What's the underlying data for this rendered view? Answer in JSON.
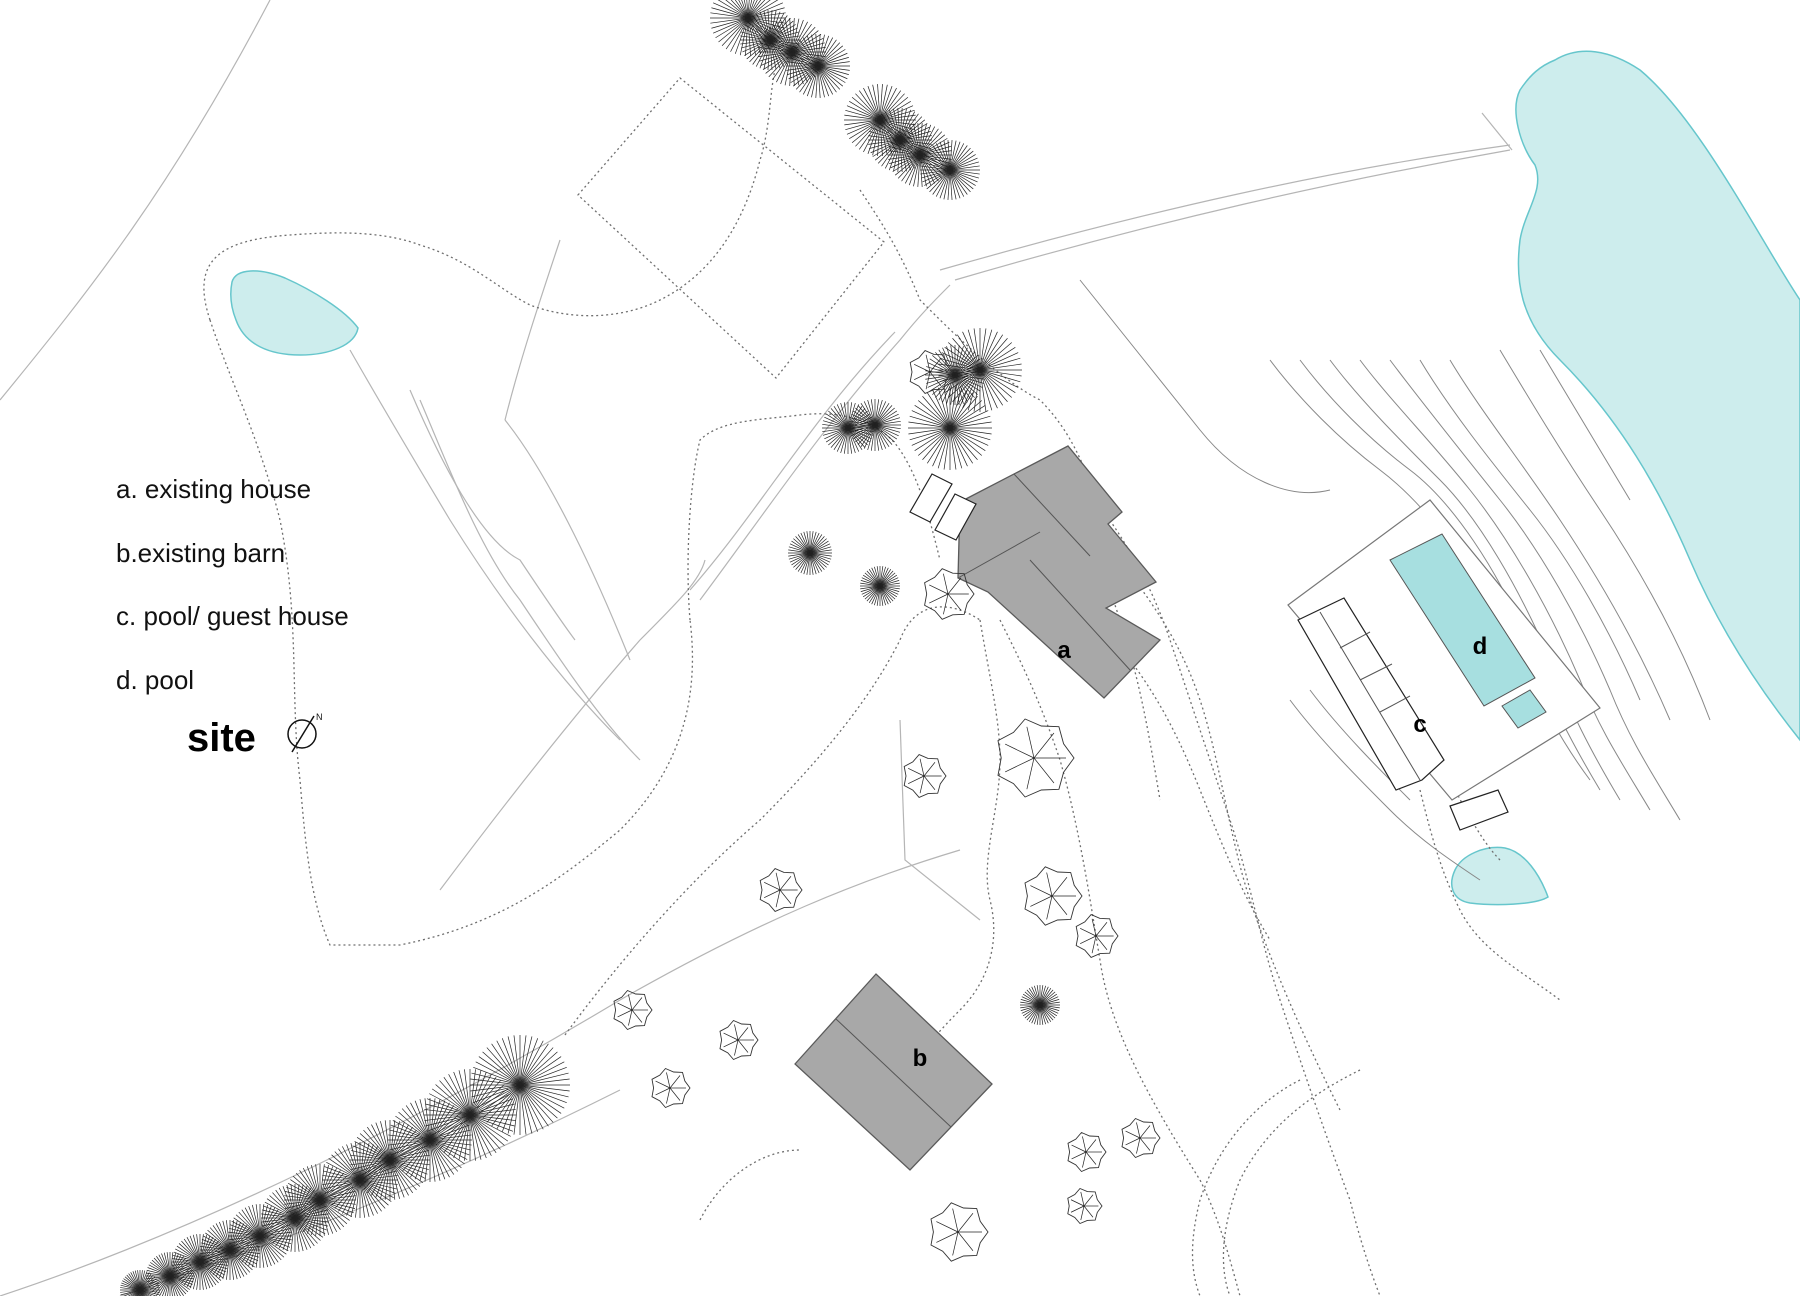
{
  "legend": {
    "items": [
      {
        "text": "a. existing house"
      },
      {
        "text": "b.existing  barn"
      },
      {
        "text": "c. pool/ guest house"
      },
      {
        "text": "d. pool"
      }
    ],
    "title": "site",
    "north_arrow_icon": "north-arrow-icon",
    "north_letter": "N"
  },
  "buildings": {
    "a": "a",
    "b": "b",
    "c": "c",
    "d": "d"
  },
  "colors": {
    "water": "#cdeded",
    "water_edge": "#66c6cc",
    "pool": "#a7dfe0",
    "roof": "#a8a8a8"
  }
}
